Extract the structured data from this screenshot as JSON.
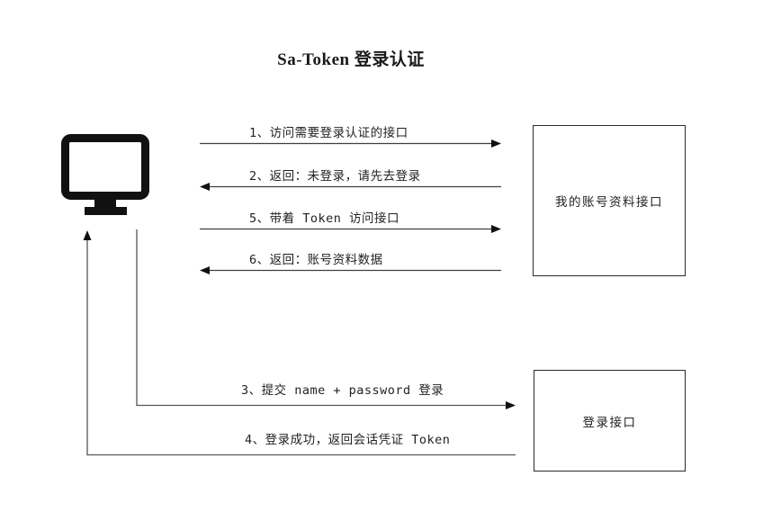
{
  "title": "Sa-Token 登录认证",
  "actors": {
    "client": {
      "icon": "monitor-icon"
    },
    "profile_api": {
      "label": "我的账号资料接口"
    },
    "login_api": {
      "label": "登录接口"
    }
  },
  "messages": [
    {
      "label": "1、访问需要登录认证的接口",
      "from": "client",
      "to": "profile_api",
      "direction": "right"
    },
    {
      "label": "2、返回：未登录，请先去登录",
      "from": "profile_api",
      "to": "client",
      "direction": "left"
    },
    {
      "label": "5、带着 Token 访问接口",
      "from": "client",
      "to": "profile_api",
      "direction": "right"
    },
    {
      "label": "6、返回：账号资料数据",
      "from": "profile_api",
      "to": "client",
      "direction": "left"
    },
    {
      "label": "3、提交 name + password 登录",
      "from": "client",
      "to": "login_api",
      "direction": "right"
    },
    {
      "label": "4、登录成功，返回会话凭证 Token",
      "from": "login_api",
      "to": "client",
      "direction": "left"
    }
  ],
  "colors": {
    "background": "#ffffff",
    "line": "#404040",
    "arrowhead": "#111111",
    "text": "#222222",
    "icon": "#111111"
  }
}
